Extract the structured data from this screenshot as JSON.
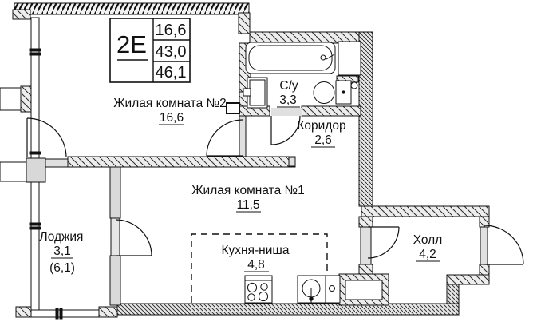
{
  "title_block": {
    "type_label": "2Е",
    "values": [
      "16,6",
      "43,0",
      "46,1"
    ]
  },
  "rooms": {
    "room2": {
      "name": "Жилая комната №2",
      "area": "16,6"
    },
    "bathroom": {
      "name": "С/у",
      "area": "3,3"
    },
    "corridor": {
      "name": "Коридор",
      "area": "2,6"
    },
    "room1": {
      "name": "Жилая комната №1",
      "area": "11,5"
    },
    "loggia": {
      "name": "Лоджия",
      "area": "3,1",
      "area_total": "(6,1)"
    },
    "kitchen": {
      "name": "Кухня-ниша",
      "area": "4,8"
    },
    "hall": {
      "name": "Холл",
      "area": "4,2"
    }
  },
  "fixtures": [
    "bathtub",
    "sink",
    "toilet",
    "stove",
    "kitchen-sink",
    "vent-shaft"
  ],
  "colors": {
    "line": "#111111",
    "wall_fill": "#ededed",
    "opening_fill": "#e0e0e0",
    "background": "#ffffff"
  }
}
